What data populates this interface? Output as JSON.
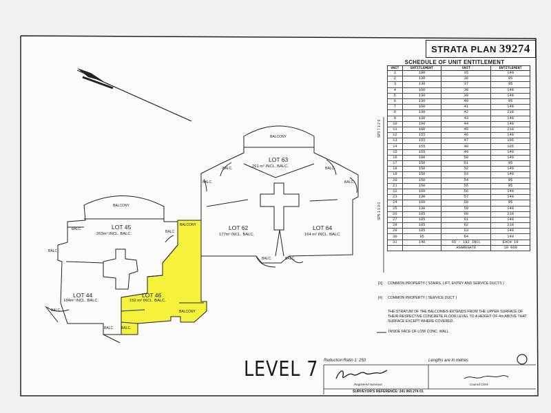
{
  "title": {
    "prefix": "STRATA PLAN",
    "number": "39274"
  },
  "schedule": {
    "title": "SCHEDULE OF UNIT ENTITLEMENT",
    "headers": [
      "UNIT",
      "ENTITLEMENT",
      "UNIT",
      "ENTITLEMENT"
    ],
    "rows": [
      [
        "1",
        "180",
        "35",
        "140"
      ],
      [
        "2",
        "130",
        "36",
        "95"
      ],
      [
        "3",
        "130",
        "37",
        "95"
      ],
      [
        "4",
        "160",
        "38",
        "140"
      ],
      [
        "5",
        "130",
        "39",
        "140"
      ],
      [
        "6",
        "130",
        "40",
        "95"
      ],
      [
        "7",
        "160",
        "41",
        "140"
      ],
      [
        "8",
        "130",
        "42",
        "210"
      ],
      [
        "9",
        "130",
        "43",
        "140"
      ],
      [
        "10",
        "190",
        "44",
        "140"
      ],
      [
        "11",
        "180",
        "45",
        "210"
      ],
      [
        "12",
        "155",
        "46",
        "140"
      ],
      [
        "13",
        "155",
        "47",
        "105"
      ],
      [
        "14",
        "155",
        "48",
        "105"
      ],
      [
        "15",
        "155",
        "49",
        "140"
      ],
      [
        "16",
        "180",
        "50",
        "140"
      ],
      [
        "17",
        "150",
        "51",
        "95"
      ],
      [
        "18",
        "150",
        "52",
        "140"
      ],
      [
        "19",
        "150",
        "53",
        "140"
      ],
      [
        "20",
        "150",
        "54",
        "95"
      ],
      [
        "21",
        "150",
        "55",
        "95"
      ],
      [
        "22",
        "160",
        "56",
        "140"
      ],
      [
        "23",
        "130",
        "57",
        "140"
      ],
      [
        "24",
        "160",
        "58",
        "95"
      ],
      [
        "25",
        "130",
        "59",
        "140"
      ],
      [
        "26",
        "105",
        "60",
        "210"
      ],
      [
        "27",
        "105",
        "61",
        "140"
      ],
      [
        "28",
        "105",
        "62",
        "210"
      ],
      [
        "29",
        "105",
        "63",
        "140"
      ],
      [
        "30",
        "95",
        "64",
        "140"
      ],
      [
        "31",
        "140",
        "65 - 182 INCL",
        "EACH 10"
      ],
      [
        "",
        "",
        "AGGREGATE",
        "10 000"
      ]
    ]
  },
  "side_labels": {
    "upper": "SP3 7 1 2 9",
    "lower": "SP5 1 1 9 0"
  },
  "legend": [
    {
      "symbol": "[X]",
      "text": "COMMON PROPERTY ( STAIRS, LIFT, ENTRY AND SERVICE DUCTS )"
    },
    {
      "symbol": "[#]",
      "text": "COMMON PROPERTY ( SERVICE DUCT )"
    }
  ],
  "stratum_note": "THE STRATUM OF THE BALCONIES EXTENDS FROM THE UPPER SURFACE OF THEIR RESPECTIVE CONCRETE FLOOR LEVEL TO A HEIGHT OF 4m ABOVE THAT SURFACE EXCEPT WHERE COVERED.",
  "inside_face_note": "INSIDE FACE OF LOW CONC. WALL",
  "level_label": "LEVEL 7",
  "reduction_ratio": "Reduction Ratio 1: 250",
  "lengths": "Lengths are in metres",
  "surveyor_label": "Registered Surveyor",
  "council_label": "Council Clerk",
  "surveyor_reference": "SURVEYOR'S REFERENCE:  241 060 274 01",
  "lots": [
    {
      "name": "LOT 45",
      "area": "263m² INCL. BALC."
    },
    {
      "name": "LOT 46",
      "area": "152 m² INCL. BALC."
    },
    {
      "name": "LOT 44",
      "area": "184m² INCL. BALC."
    },
    {
      "name": "LOT 62",
      "area": "177m² INCL. BALC."
    },
    {
      "name": "LOT 63",
      "area": "261 m² INCL. BALC."
    },
    {
      "name": "LOT 64",
      "area": "164 m² INCL. BALC."
    }
  ],
  "balcony": "BALCONY",
  "balc": "BALC.",
  "colors": {
    "highlight": "#f4f23a",
    "ink": "#1a1a1a"
  }
}
